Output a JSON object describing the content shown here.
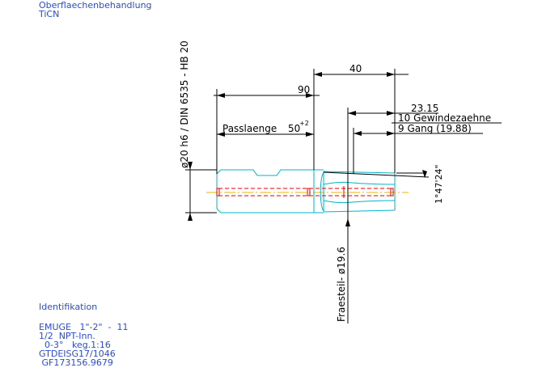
{
  "header": {
    "line1": "Oberflaechenbehandlung",
    "line2": "TiCN"
  },
  "identification": {
    "title": "Identifikation",
    "lines": [
      "EMUGE   1\"-2\"  -  11",
      "1/2  NPT-Inn.",
      "  0-3°   keg.1:16",
      "GTDEISG17/1046",
      " GF173156.9679"
    ]
  },
  "dimensions": {
    "overall_length": "90",
    "thread_length": "40",
    "fit_label": "Passlaenge",
    "fit_value": "50",
    "fit_tolerance": "+2",
    "thread_offset": "23.15",
    "thread_teeth": "10  Gewindezaehne",
    "thread_pitch": "9  Gang (19.88)",
    "shank_diameter": "ø20 h6 / DIN 6535 - HB 20",
    "taper_angle": "1°47'24\"",
    "mill_diameter": "Fraesteil-  ø19.6"
  },
  "colors": {
    "text_blue": "#2a4bd7",
    "outline_cyan": "#00b4c8",
    "center_red": "#e00000",
    "axis_yellow": "#e8b400",
    "dim_black": "#000000"
  }
}
